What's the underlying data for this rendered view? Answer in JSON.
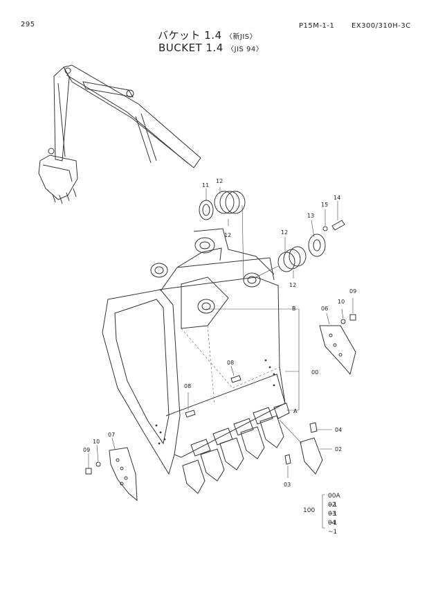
{
  "header": {
    "page_number": "295",
    "page_code": "P15M-1-1",
    "model": "EX300/310H-3C"
  },
  "title": {
    "line1_main": "バケット 1.4",
    "line1_note": "〈新JIS〉",
    "line2_main": "BUCKET 1.4",
    "line2_note": "〈JIS 94〉"
  },
  "callouts": {
    "n11": "11",
    "n12a": "12",
    "n12b": "12",
    "n12c": "12",
    "n12d": "12",
    "n13": "13",
    "n14": "14",
    "n15": "15",
    "n10a": "10",
    "n09a": "09",
    "n06": "06",
    "nB": "B",
    "n00": "00",
    "nA": "A",
    "n08a": "08",
    "n08b": "08",
    "n07": "07",
    "n10b": "10",
    "n09b": "09",
    "n04": "04",
    "n02": "02",
    "n03": "03"
  },
  "assembly": {
    "number": "100",
    "items": [
      "00A ~1",
      "02 ~1",
      "03 ~1",
      "04 ~1"
    ]
  }
}
